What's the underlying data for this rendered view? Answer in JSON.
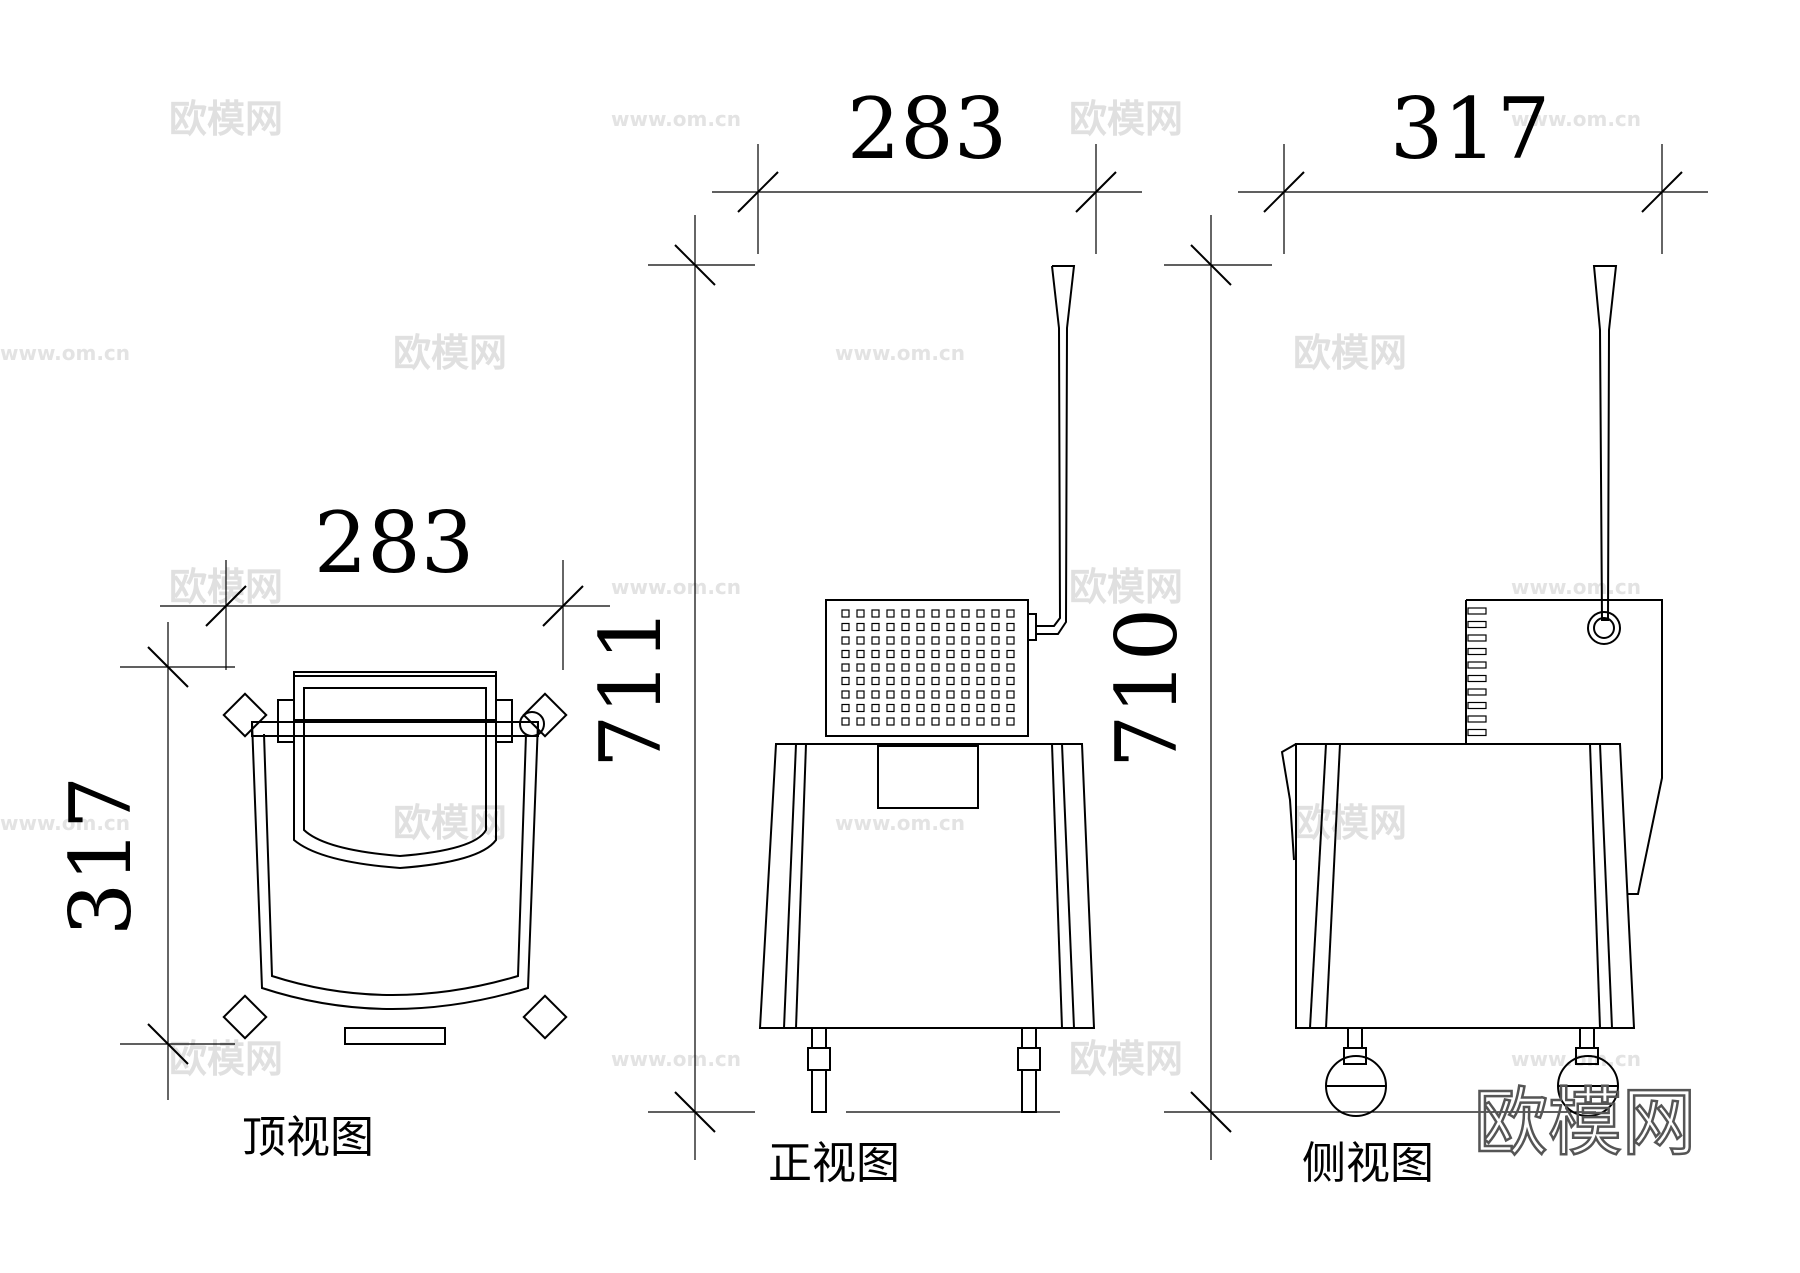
{
  "top_view": {
    "width_label": "283",
    "depth_label": "317",
    "caption": "顶视图"
  },
  "front_view": {
    "width_label": "283",
    "height_label": "711",
    "caption": "正视图"
  },
  "side_view": {
    "width_label": "317",
    "height_label": "710",
    "caption": "侧视图"
  },
  "watermark": {
    "brand": "欧模网",
    "url": "www.om.cn",
    "logo": "欧模网"
  }
}
